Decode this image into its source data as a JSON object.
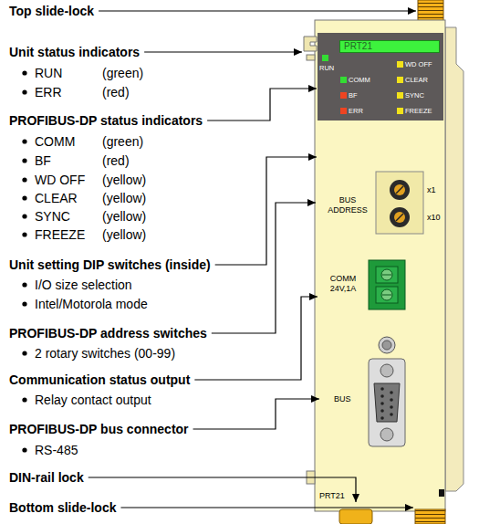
{
  "diagram": {
    "nodes": [
      {
        "text": [
          "PRT21"
        ]
      }
    ],
    "labels": [
      "Top slide-lock",
      "Unit status indicators",
      "RUN",
      "(green)",
      "ERR",
      "(red)",
      "PROFIBUS-DP status indicators",
      "COMM",
      "(green)",
      "BF",
      "(red)",
      "WD OFF",
      "(yellow)",
      "CLEAR",
      "(yellow)",
      "SYNC",
      "(yellow)",
      "FREEZE",
      "(yellow)",
      "Unit setting DIP switches (inside)",
      "I/O size selection",
      "Intel/Motorola mode",
      "PROFIBUS-DP address switches",
      "2 rotary switches (00-99)",
      "Communication status output",
      "Relay contact output",
      "PROFIBUS-DP bus connector",
      "RS-485",
      "DIN-rail lock",
      "Bottom slide-lock",
      "RUN",
      "WD OFF",
      "COMM",
      "CLEAR",
      "BF",
      "SYNC",
      "ERR",
      "FREEZE",
      "BUS ADDRESS",
      "x1",
      "x10",
      "COMM 24V,1A",
      "BUS",
      "PRT21"
    ]
  }
}
